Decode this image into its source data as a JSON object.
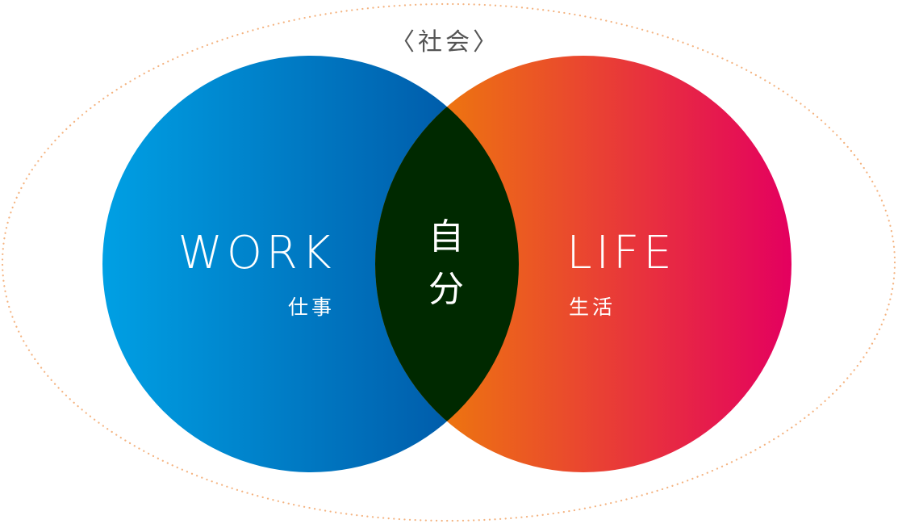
{
  "diagram": {
    "outer_label": "〈社会〉",
    "work": {
      "title": "WORK",
      "subtitle": "仕事"
    },
    "life": {
      "title": "LIFE",
      "subtitle": "生活"
    },
    "center": {
      "line1": "自",
      "line2": "分"
    }
  },
  "colors": {
    "work_gradient_start": "#00a0e4",
    "work_gradient_end": "#004f9f",
    "life_gradient_start": "#ef8c00",
    "life_gradient_end": "#e4005f",
    "overlap": "#002900",
    "outer_dots": "#f4b380",
    "label_white": "#ffffff",
    "outer_label_text": "#555555"
  }
}
